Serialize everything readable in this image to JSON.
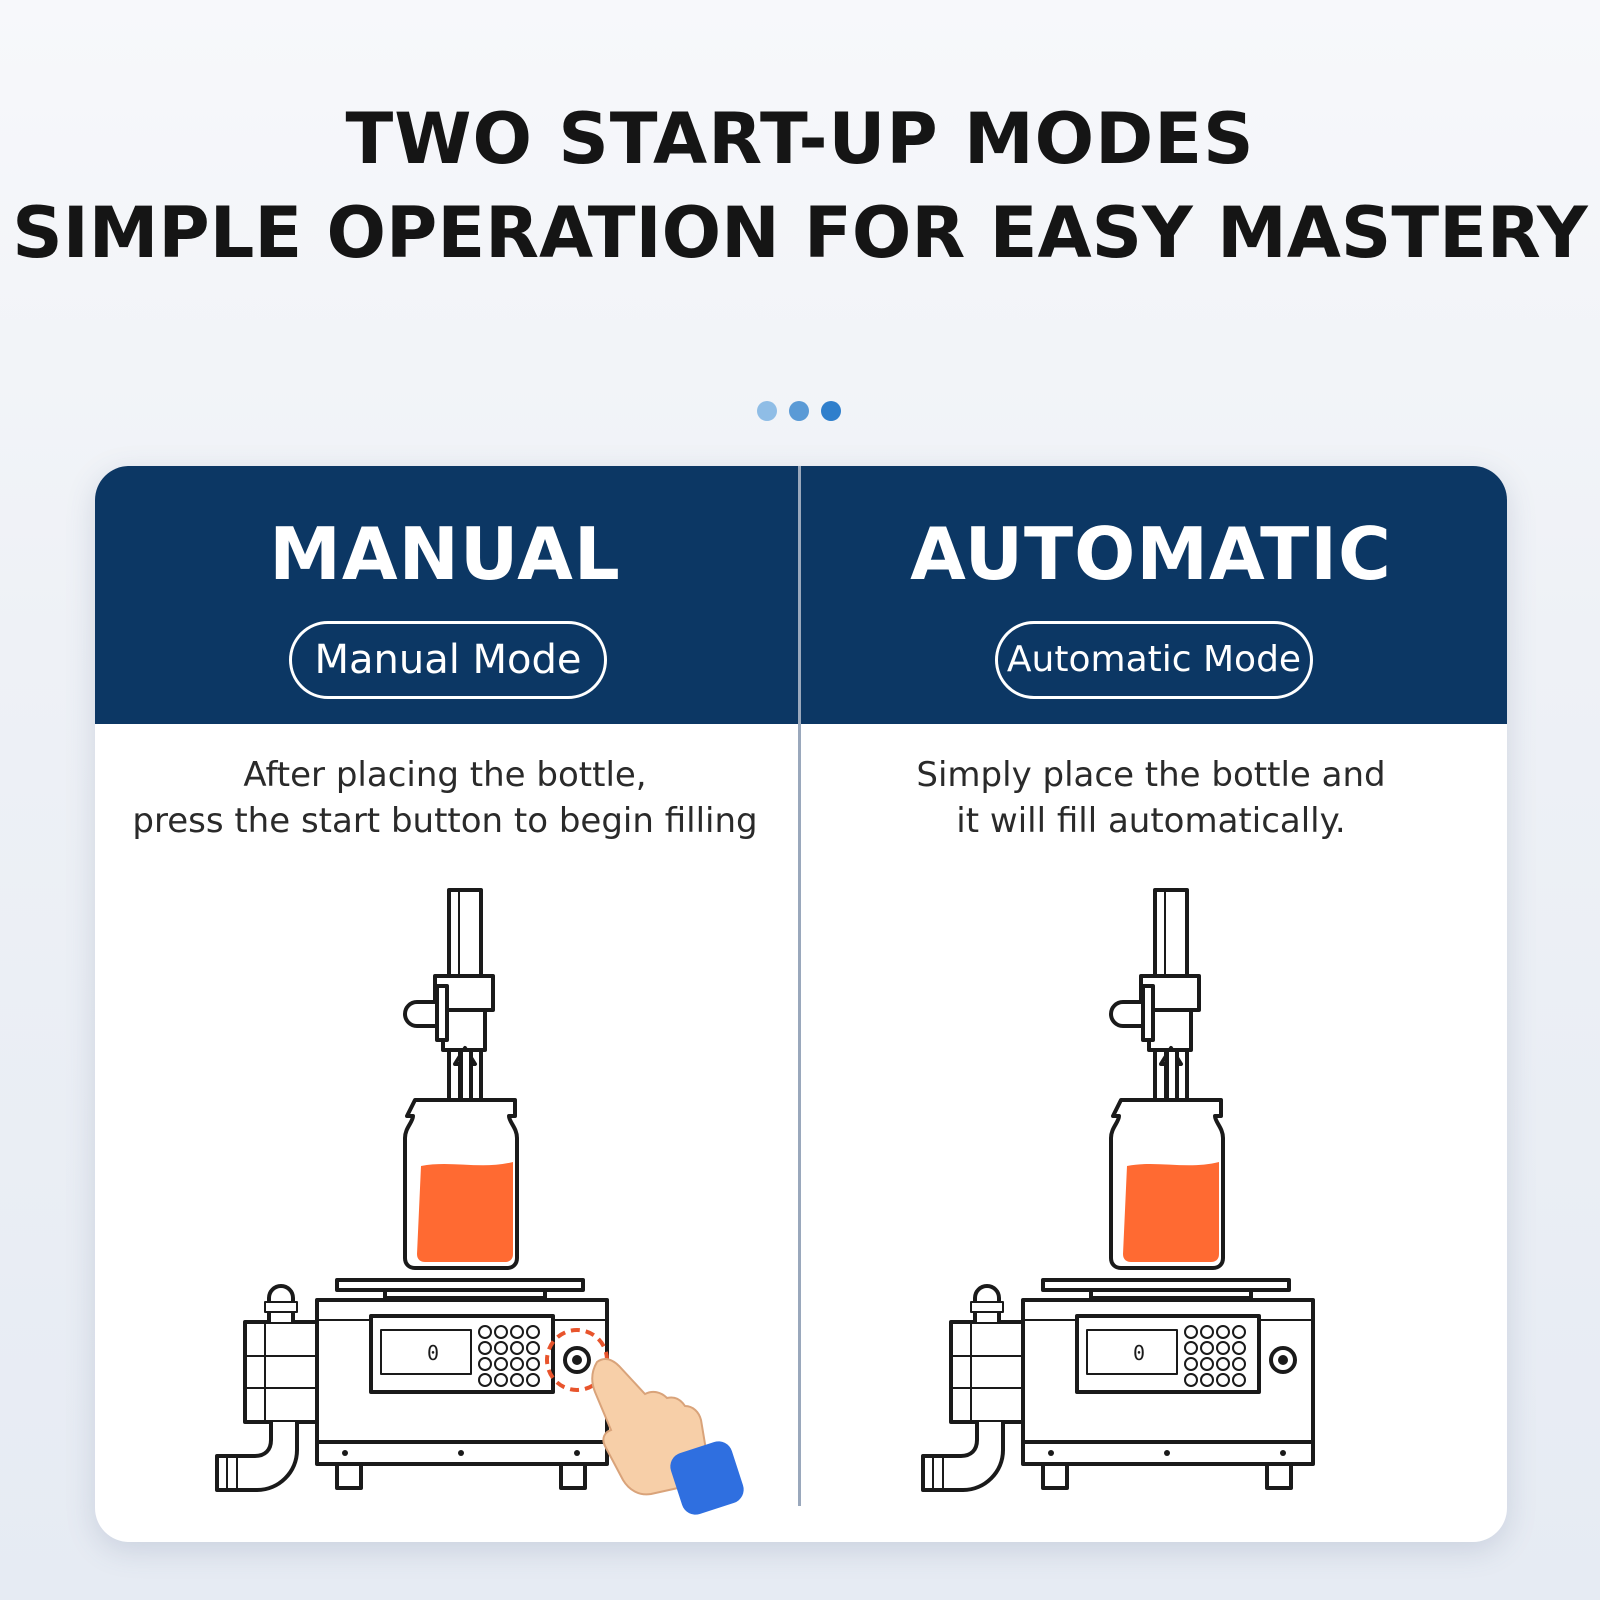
{
  "headline": {
    "line1": "TWO START-UP MODES",
    "line2": "SIMPLE OPERATION FOR EASY MASTERY"
  },
  "pagination": {
    "dots": 3,
    "colors": [
      "#8fbde6",
      "#5a9ad6",
      "#2f7fcc"
    ]
  },
  "colors": {
    "band": "#0c3764",
    "liquid": "#ff6a32",
    "highlight_ring": "#e8542c",
    "cuff": "#2f6fe0"
  },
  "modes": [
    {
      "title": "MANUAL",
      "pill": "Manual Mode",
      "desc_line1": "After placing the bottle,",
      "desc_line2": "press the start button to begin filling",
      "illustration": "filling-machine-with-hand-pressing-button"
    },
    {
      "title": "AUTOMATIC",
      "pill": "Automatic Mode",
      "desc_line1": "Simply place the bottle and",
      "desc_line2": "it will fill automatically.",
      "illustration": "filling-machine"
    }
  ]
}
